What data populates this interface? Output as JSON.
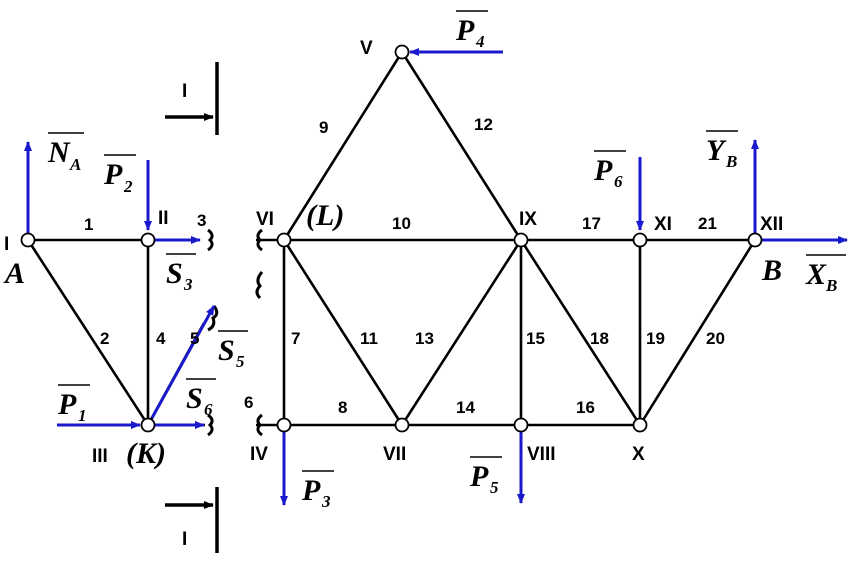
{
  "nodes": {
    "I": "I",
    "II": "II",
    "III": "III",
    "IV": "IV",
    "V": "V",
    "VI": "VI",
    "VII": "VII",
    "VIII": "VIII",
    "IX": "IX",
    "X": "X",
    "XI": "XI",
    "XII": "XII"
  },
  "node_aliases": {
    "K": "(K)",
    "L": "(L)"
  },
  "supports": {
    "A": "A",
    "B": "B"
  },
  "members": [
    "1",
    "2",
    "3",
    "4",
    "5",
    "6",
    "7",
    "8",
    "9",
    "10",
    "11",
    "12",
    "13",
    "14",
    "15",
    "16",
    "17",
    "18",
    "19",
    "20",
    "21"
  ],
  "forces": {
    "P1": {
      "letter": "P",
      "sub": "1"
    },
    "P2": {
      "letter": "P",
      "sub": "2"
    },
    "P3": {
      "letter": "P",
      "sub": "3"
    },
    "P4": {
      "letter": "P",
      "sub": "4"
    },
    "P5": {
      "letter": "P",
      "sub": "5"
    },
    "P6": {
      "letter": "P",
      "sub": "6"
    },
    "S3": {
      "letter": "S",
      "sub": "3"
    },
    "S5": {
      "letter": "S",
      "sub": "5"
    },
    "S6": {
      "letter": "S",
      "sub": "6"
    },
    "NA": {
      "letter": "N",
      "sub": "A"
    },
    "XB": {
      "letter": "X",
      "sub": "B"
    },
    "YB": {
      "letter": "Y",
      "sub": "B"
    }
  },
  "section": {
    "label_top": "I",
    "label_bottom": "I"
  },
  "colors": {
    "force": "#1a1acc",
    "member": "#000000",
    "joint_fill": "#ffffff"
  }
}
